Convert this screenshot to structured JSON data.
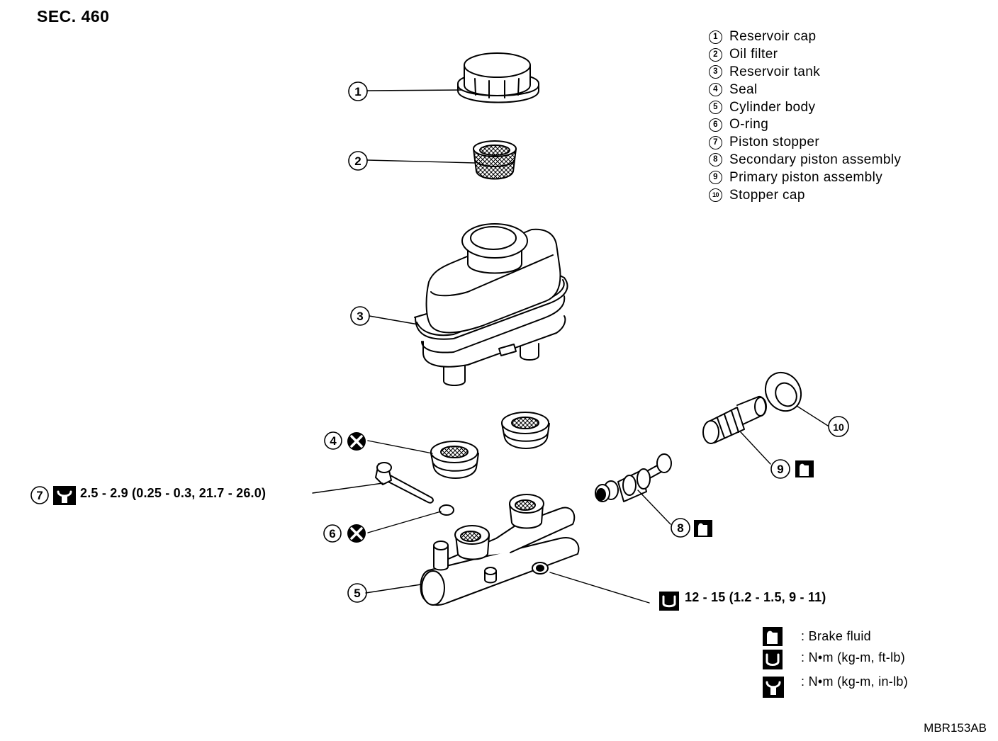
{
  "section": "SEC. 460",
  "parts": [
    {
      "num": "1",
      "name": "Reservoir cap"
    },
    {
      "num": "2",
      "name": "Oil filter"
    },
    {
      "num": "3",
      "name": "Reservoir tank"
    },
    {
      "num": "4",
      "name": "Seal"
    },
    {
      "num": "5",
      "name": "Cylinder body"
    },
    {
      "num": "6",
      "name": "O-ring"
    },
    {
      "num": "7",
      "name": "Piston stopper"
    },
    {
      "num": "8",
      "name": "Secondary piston assembly"
    },
    {
      "num": "9",
      "name": "Primary piston assembly"
    },
    {
      "num": "10",
      "name": "Stopper cap"
    }
  ],
  "callouts": [
    "1",
    "2",
    "3",
    "4",
    "5",
    "6",
    "7",
    "8",
    "9",
    "10"
  ],
  "specs": {
    "piston_stopper_torque": "2.5 - 2.9 (0.25 - 0.3, 21.7 - 26.0)",
    "cylinder_body_torque": "12 - 15 (1.2 - 1.5, 9 - 11)"
  },
  "legend": [
    {
      "icon": "brake-fluid-icon",
      "text": ": Brake fluid"
    },
    {
      "icon": "torque-wrench-icon",
      "text": ": N•m (kg-m, ft-lb)"
    },
    {
      "icon": "torque-wrench-solid-icon",
      "text": ": N•m (kg-m, in-lb)"
    }
  ],
  "figure_code": "MBR153AB"
}
